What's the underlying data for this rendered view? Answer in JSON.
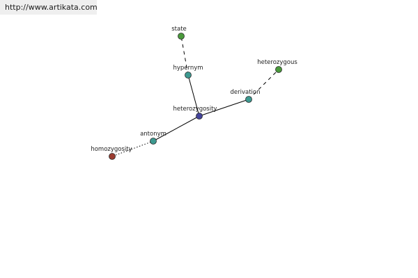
{
  "source_url": "http://www.artikata.com",
  "colors": {
    "center": "#44449a",
    "relation": "#3d9990",
    "synonym_word": "#4a9a3c",
    "antonym_word": "#9a3c30",
    "edge": "#000000"
  },
  "nodes": [
    {
      "id": "heterozygosity",
      "label": "heterozygosity",
      "kind": "center"
    },
    {
      "id": "hypernym",
      "label": "hypernym",
      "kind": "relation"
    },
    {
      "id": "state",
      "label": "state",
      "kind": "synonym_word"
    },
    {
      "id": "derivation",
      "label": "derivation",
      "kind": "relation"
    },
    {
      "id": "heterozygous",
      "label": "heterozygous",
      "kind": "synonym_word"
    },
    {
      "id": "antonym",
      "label": "antonym",
      "kind": "relation"
    },
    {
      "id": "homozygosity",
      "label": "homozygosity",
      "kind": "antonym_word"
    }
  ],
  "edges": [
    {
      "from": "heterozygosity",
      "to": "hypernym",
      "style": "solid"
    },
    {
      "from": "hypernym",
      "to": "state",
      "style": "dashed"
    },
    {
      "from": "heterozygosity",
      "to": "derivation",
      "style": "solid"
    },
    {
      "from": "derivation",
      "to": "heterozygous",
      "style": "dashed"
    },
    {
      "from": "heterozygosity",
      "to": "antonym",
      "style": "solid"
    },
    {
      "from": "antonym",
      "to": "homozygosity",
      "style": "dotted"
    }
  ]
}
